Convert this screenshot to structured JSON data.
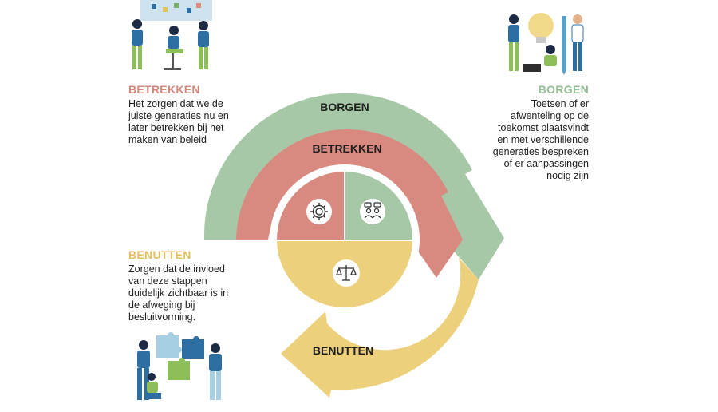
{
  "colors": {
    "green": "#a6c8a6",
    "salmon": "#d98a80",
    "yellow": "#ecd07b",
    "heading_salmon": "#d5857a",
    "heading_green": "#93bd93",
    "heading_yellow": "#e2c15d",
    "arc_label": "#1f1f1f"
  },
  "arcs": {
    "borgen_label": "BORGEN",
    "betrekken_label": "BETREKKEN",
    "benutten_label": "BENUTTEN"
  },
  "betrekken": {
    "heading": "BETREKKEN",
    "text": "Het zorgen dat we de\njuiste generaties nu en\nlater betrekken bij het\nmaken van beleid"
  },
  "borgen": {
    "heading": "BORGEN",
    "text": "Toetsen of er\nafwenteling op de\ntoekomst plaatsvindt\nen met verschillende\ngeneraties bespreken\nof er aanpassingen\nnodig zijn"
  },
  "benutten": {
    "heading": "BENUTTEN",
    "text": "Zorgen dat de invloed\nvan deze stappen\nduidelijk zichtbaar is in\nde afweging bij\nbesluitvorming."
  },
  "icons": {
    "center_left": "gear-icon",
    "center_right": "people-discussion-icon",
    "center_bottom": "scales-icon",
    "top_left_illustration": "team-planning-board-illustration",
    "top_right_illustration": "idea-team-illustration",
    "bottom_left_illustration": "puzzle-team-illustration"
  }
}
